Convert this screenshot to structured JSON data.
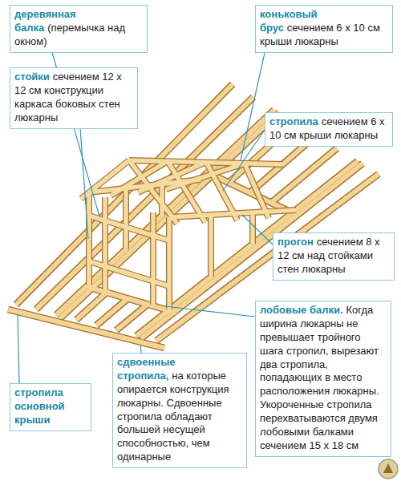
{
  "diagram": {
    "nodes": [
      {
        "text": [
          "деревянная балка",
          "(перемычка над окном)"
        ]
      },
      {
        "text": [
          "коньковый брус",
          "сечением 6 x 10 см крыши люкарны"
        ]
      },
      {
        "text": [
          "стойки",
          "сечением 12 x 12 см конструкции каркаса боковых стен люкарны"
        ]
      },
      {
        "text": [
          "стропила",
          "сечением 6 x 10 см крыши люкарны"
        ]
      },
      {
        "text": [
          "прогон",
          "сечением 8 x 12 см над стойками стен люкарны"
        ]
      },
      {
        "text": [
          "лобовые балки.",
          "Когда ширина люкарны не превышает тройного шага стропил, вырезают два стропила, попадающих в место расположения люкарны. Укороченные стропила перехватываются двумя лобовыми балками сечением 15 x 18 см"
        ]
      },
      {
        "text": [
          "стропила основной крыши"
        ]
      },
      {
        "text": [
          "сдвоенные стропила,",
          "на которые опирается конструкция люкарны. Сдвоенные стропила обладают большей несущей способностью, чем одинарные"
        ]
      }
    ]
  }
}
